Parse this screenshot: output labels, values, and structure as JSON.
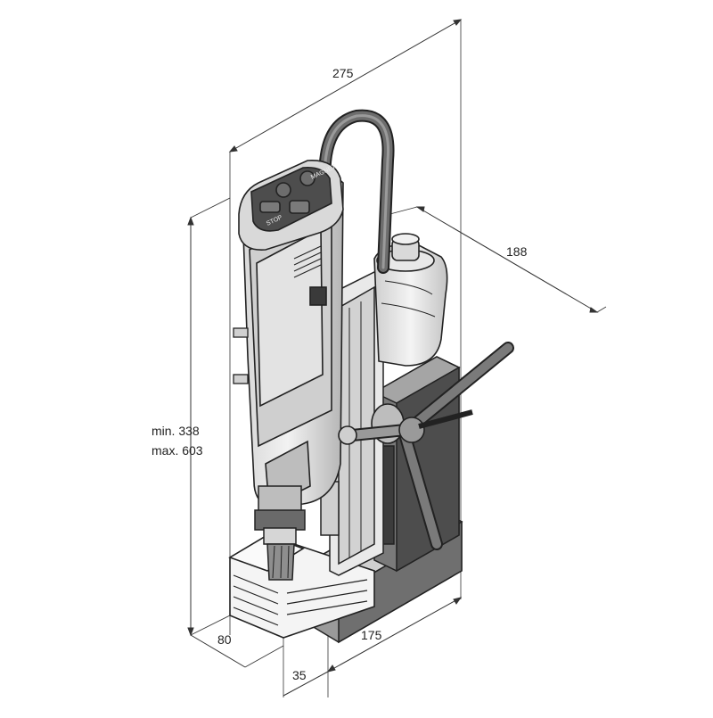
{
  "dimensions": {
    "width_top": "275",
    "depth_right": "188",
    "height_min": "min. 338",
    "height_max": "max. 603",
    "depth_left": "80",
    "base_length": "175",
    "offset": "35"
  },
  "control_panel": {
    "magnet_label": "MAGNET",
    "stop_label": "STOP"
  },
  "colors": {
    "line": "#222222",
    "body_light": "#e6e6e6",
    "body_mid": "#bdbdbd",
    "body_dark": "#6a6a6a",
    "panel_dark": "#4a4a4a"
  }
}
